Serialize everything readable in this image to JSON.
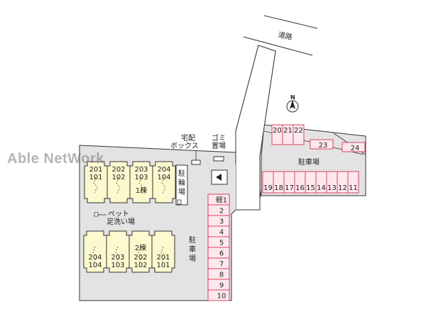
{
  "watermark": "Able NetWork",
  "road_label": "道路",
  "compass_label": "N",
  "labels": {
    "delivery_box": [
      "宅配",
      "ボックス"
    ],
    "garbage": [
      "ゴミ",
      "置場"
    ],
    "bicycle": [
      "駐",
      "輪",
      "場"
    ],
    "pet_wash": [
      "ペット",
      "足洗い場"
    ],
    "parking_main": [
      "駐",
      "車",
      "場"
    ],
    "parking_east": "駐車場"
  },
  "buildings": [
    {
      "name": "1棟",
      "upper_rooms": [
        "201",
        "202",
        "203",
        "204"
      ],
      "lower_rooms": [
        "101",
        "102",
        "103",
        "104"
      ]
    },
    {
      "name": "2棟",
      "upper_rooms": [
        "204",
        "203",
        "202",
        "201"
      ],
      "lower_rooms": [
        "104",
        "103",
        "102",
        "101"
      ]
    }
  ],
  "parking_west": [
    "軽1",
    "2",
    "3",
    "4",
    "5",
    "6",
    "7",
    "8",
    "9",
    "10"
  ],
  "parking_east_row": [
    "19",
    "18",
    "17",
    "16",
    "15",
    "14",
    "13",
    "12",
    "11"
  ],
  "parking_east_top": [
    "20",
    "21",
    "22"
  ],
  "parking_east_angled": [
    "23",
    "24"
  ],
  "colors": {
    "ground": "#e3e3e3",
    "building": "#fdf9cf",
    "parking_fill": "#fde8ee",
    "parking_border": "#d9435e",
    "line": "#333333"
  }
}
